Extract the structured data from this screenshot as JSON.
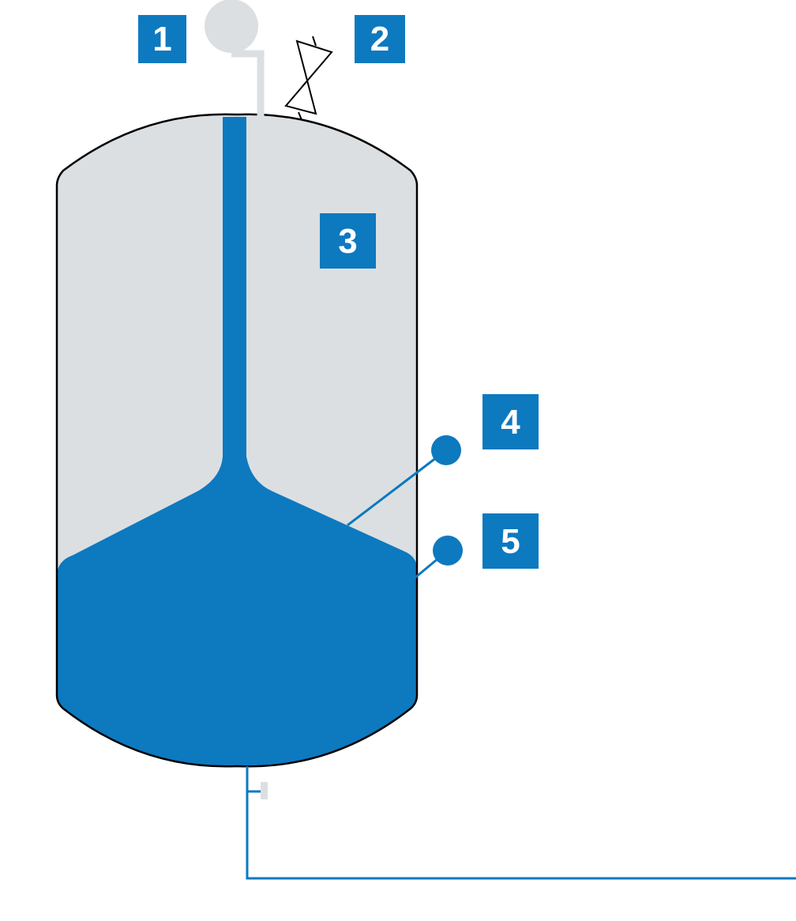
{
  "colors": {
    "accent_blue": "#0d79bf",
    "vessel_gray": "#dcdfe1",
    "outline": "#000000",
    "background": "#ffffff"
  },
  "callouts": [
    {
      "id": "1",
      "label": "1"
    },
    {
      "id": "2",
      "label": "2"
    },
    {
      "id": "3",
      "label": "3"
    },
    {
      "id": "4",
      "label": "4"
    },
    {
      "id": "5",
      "label": "5"
    }
  ],
  "icons": {
    "gauge": "pressure-gauge-icon",
    "valve": "valve-icon",
    "sensor_4": "sensor-dot-icon",
    "sensor_5": "sensor-dot-icon"
  }
}
